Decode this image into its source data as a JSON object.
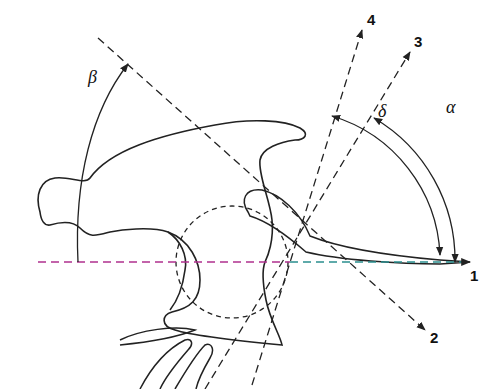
{
  "diagram": {
    "labels": [
      "β",
      "4",
      "3",
      "δ",
      "α",
      "1",
      "2"
    ]
  }
}
